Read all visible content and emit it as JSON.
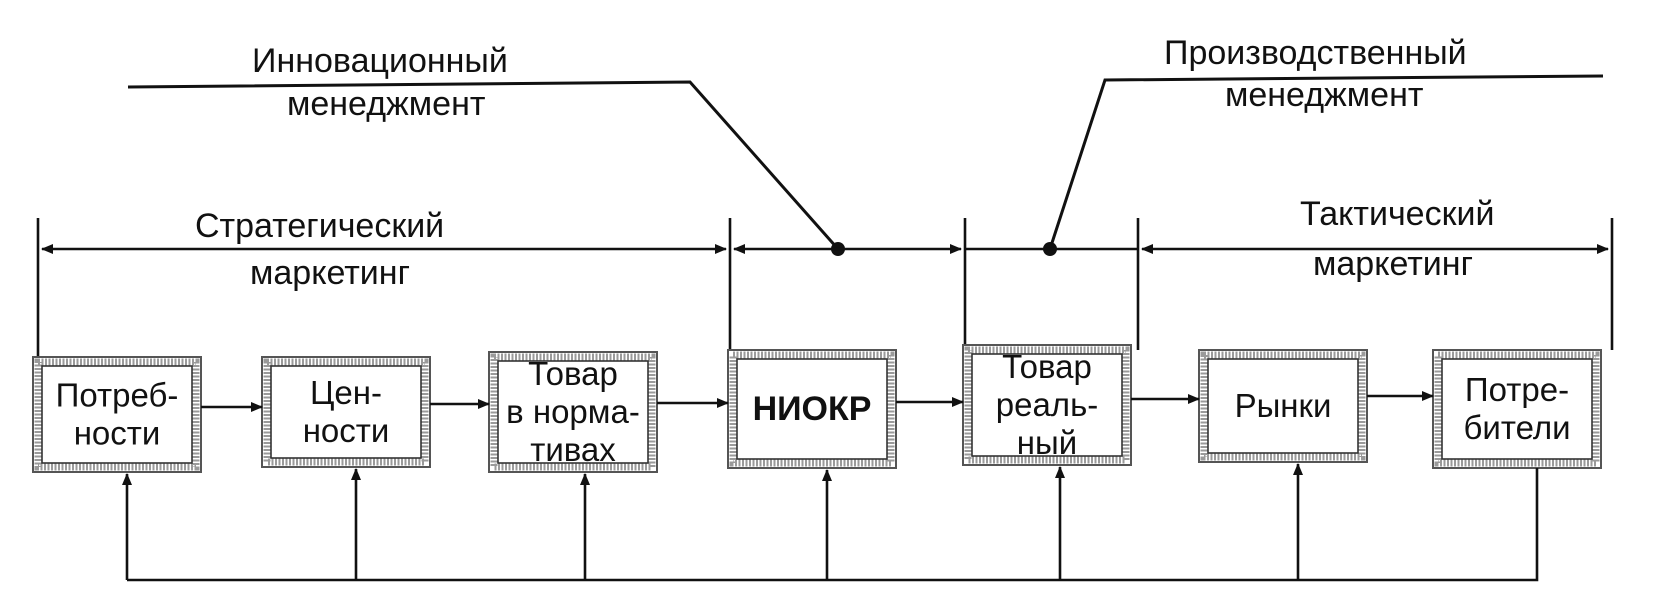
{
  "top_labels": {
    "innovation": [
      "Инновационный",
      "менеджмент"
    ],
    "production": [
      "Производственный",
      "менеджмент"
    ],
    "strategic": [
      "Стратегический",
      "маркетинг"
    ],
    "tactical": [
      "Тактический",
      "маркетинг"
    ]
  },
  "boxes": [
    {
      "lines": [
        "Потреб-",
        "ности"
      ],
      "bold": false
    },
    {
      "lines": [
        "Цен-",
        "ности"
      ],
      "bold": false
    },
    {
      "lines": [
        "Товар",
        "в норма-",
        "тивах"
      ],
      "bold": false
    },
    {
      "lines": [
        "НИОКР"
      ],
      "bold": true
    },
    {
      "lines": [
        "Товар",
        "реаль-",
        "ный"
      ],
      "bold": false
    },
    {
      "lines": [
        "Рынки"
      ],
      "bold": false
    },
    {
      "lines": [
        "Потре-",
        "бители"
      ],
      "bold": false
    }
  ]
}
